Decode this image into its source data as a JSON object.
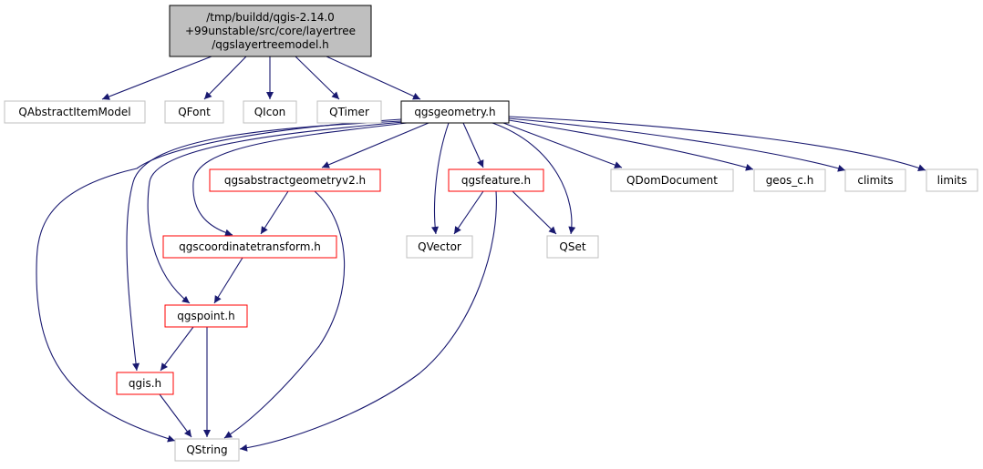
{
  "diagram": {
    "colors": {
      "root_fill": "#bfbfbf",
      "root_stroke": "#000000",
      "edge": "#191970",
      "gray_stroke": "#bfbfbf",
      "red_stroke": "#ff0000",
      "black_stroke": "#000000",
      "text": "#000000"
    },
    "nodes": {
      "root": {
        "lines": [
          "/tmp/buildd/qgis-2.14.0",
          "+99unstable/src/core/layertree",
          "/qgslayertreemodel.h"
        ],
        "kind": "root"
      },
      "qabstractitemmodel": {
        "lines": [
          "QAbstractItemModel"
        ],
        "kind": "gray"
      },
      "qfont": {
        "lines": [
          "QFont"
        ],
        "kind": "gray"
      },
      "qicon": {
        "lines": [
          "QIcon"
        ],
        "kind": "gray"
      },
      "qtimer": {
        "lines": [
          "QTimer"
        ],
        "kind": "gray"
      },
      "qgsgeometry": {
        "lines": [
          "qgsgeometry.h"
        ],
        "kind": "black"
      },
      "qgsabstractgeometryv2": {
        "lines": [
          "qgsabstractgeometryv2.h"
        ],
        "kind": "red"
      },
      "qgsfeature": {
        "lines": [
          "qgsfeature.h"
        ],
        "kind": "red"
      },
      "qdomdocument": {
        "lines": [
          "QDomDocument"
        ],
        "kind": "gray"
      },
      "geos_c": {
        "lines": [
          "geos_c.h"
        ],
        "kind": "gray"
      },
      "climits": {
        "lines": [
          "climits"
        ],
        "kind": "gray"
      },
      "limits": {
        "lines": [
          "limits"
        ],
        "kind": "gray"
      },
      "qgscoordinatetransform": {
        "lines": [
          "qgscoordinatetransform.h"
        ],
        "kind": "red"
      },
      "qvector": {
        "lines": [
          "QVector"
        ],
        "kind": "gray"
      },
      "qset": {
        "lines": [
          "QSet"
        ],
        "kind": "gray"
      },
      "qgspoint": {
        "lines": [
          "qgspoint.h"
        ],
        "kind": "red"
      },
      "qgis": {
        "lines": [
          "qgis.h"
        ],
        "kind": "red"
      },
      "qstring": {
        "lines": [
          "QString"
        ],
        "kind": "gray"
      }
    },
    "edges": [
      [
        "root",
        "qabstractitemmodel"
      ],
      [
        "root",
        "qfont"
      ],
      [
        "root",
        "qicon"
      ],
      [
        "root",
        "qtimer"
      ],
      [
        "root",
        "qgsgeometry"
      ],
      [
        "qgsgeometry",
        "qgsabstractgeometryv2"
      ],
      [
        "qgsgeometry",
        "qgsfeature"
      ],
      [
        "qgsgeometry",
        "qdomdocument"
      ],
      [
        "qgsgeometry",
        "geos_c"
      ],
      [
        "qgsgeometry",
        "climits"
      ],
      [
        "qgsgeometry",
        "limits"
      ],
      [
        "qgsgeometry",
        "qvector"
      ],
      [
        "qgsgeometry",
        "qset"
      ],
      [
        "qgsgeometry",
        "qgscoordinatetransform"
      ],
      [
        "qgsgeometry",
        "qgspoint"
      ],
      [
        "qgsgeometry",
        "qgis"
      ],
      [
        "qgsgeometry",
        "qstring"
      ],
      [
        "qgsabstractgeometryv2",
        "qgscoordinatetransform"
      ],
      [
        "qgsabstractgeometryv2",
        "qstring"
      ],
      [
        "qgsfeature",
        "qvector"
      ],
      [
        "qgsfeature",
        "qset"
      ],
      [
        "qgsfeature",
        "qstring"
      ],
      [
        "qgscoordinatetransform",
        "qgspoint"
      ],
      [
        "qgspoint",
        "qgis"
      ],
      [
        "qgspoint",
        "qstring"
      ],
      [
        "qgis",
        "qstring"
      ]
    ]
  }
}
